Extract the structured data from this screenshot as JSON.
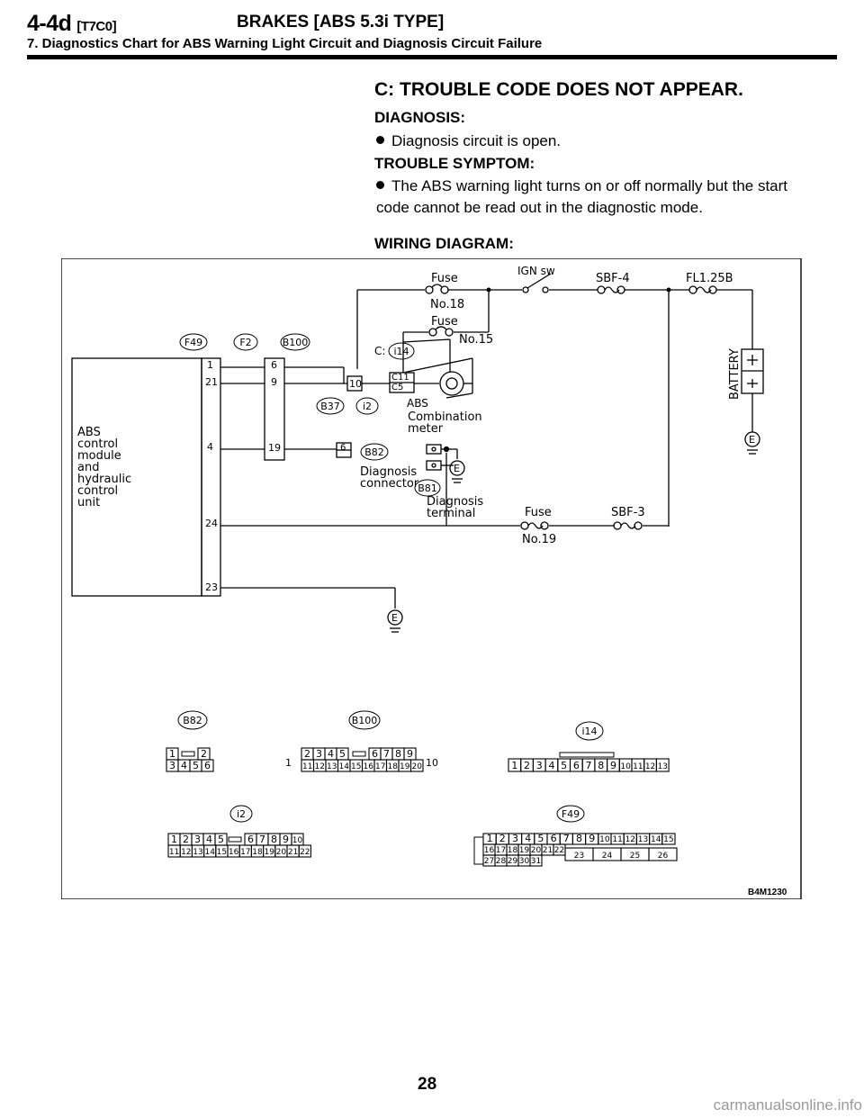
{
  "header": {
    "code": "4-4d",
    "code_suffix": "[T7C0]",
    "title": "BRAKES [ABS 5.3i TYPE]",
    "subtitle": "7. Diagnostics Chart for ABS Warning Light Circuit and Diagnosis Circuit Failure"
  },
  "section": {
    "title": "C: TROUBLE CODE DOES NOT APPEAR.",
    "diagnosis_heading": "DIAGNOSIS:",
    "diagnosis_text": "Diagnosis circuit is open.",
    "symptom_heading": "TROUBLE SYMPTOM:",
    "symptom_text": "The ABS warning light turns on or off normally but the start code cannot be read out in the diagnostic mode.",
    "wiring_heading": "WIRING DIAGRAM:"
  },
  "diagram": {
    "unit_label": [
      "ABS",
      "control",
      "module",
      "and",
      "hydraulic",
      "control",
      "unit"
    ],
    "connectors": {
      "f49": "F49",
      "f2": "F2",
      "b100": "B100",
      "b37": "B37",
      "i2": "i2",
      "i14": "i14",
      "b82": "B82",
      "b81": "B81"
    },
    "pins": {
      "p1": "1",
      "p21": "21",
      "p4": "4",
      "p24": "24",
      "p23": "23",
      "p6": "6",
      "p9": "9",
      "p19": "19",
      "p10": "10",
      "pc11": "C11",
      "pc5": "C5",
      "pb6": "6"
    },
    "c_prefix": "C:",
    "fuse18": [
      "Fuse",
      "No.18"
    ],
    "fuse15": [
      "Fuse",
      "No.15"
    ],
    "ign_sw": "IGN sw",
    "sbf4": "SBF-4",
    "fl125b": "FL1.25B",
    "battery": "BATTERY",
    "abs_lamp": "ABS",
    "comb_meter": [
      "Combination",
      "meter"
    ],
    "diag_conn": [
      "Diagnosis",
      "connector"
    ],
    "diag_term": [
      "Diagnosis",
      "terminal"
    ],
    "fuse19": [
      "Fuse",
      "No.19"
    ],
    "sbf3": "SBF-3",
    "ground": "E",
    "conn_b82": {
      "label": "B82",
      "top": [
        "1",
        "2"
      ],
      "bottom": [
        "3",
        "4",
        "5",
        "6"
      ]
    },
    "conn_b100": {
      "label": "B100",
      "left": "1",
      "top": [
        "2",
        "3",
        "4",
        "5",
        "6",
        "7",
        "8",
        "9"
      ],
      "bottom": [
        "11",
        "12",
        "13",
        "14",
        "15",
        "16",
        "17",
        "18",
        "19",
        "20"
      ],
      "right": "10"
    },
    "conn_i14": {
      "label": "i14",
      "row": [
        "1",
        "2",
        "3",
        "4",
        "5",
        "6",
        "7",
        "8",
        "9",
        "10",
        "11",
        "12",
        "13"
      ]
    },
    "conn_i2": {
      "label": "i2",
      "top": [
        "1",
        "2",
        "3",
        "4",
        "5",
        "6",
        "7",
        "8",
        "9",
        "10"
      ],
      "bottom": [
        "11",
        "12",
        "13",
        "14",
        "15",
        "16",
        "17",
        "18",
        "19",
        "20",
        "21",
        "22"
      ]
    },
    "conn_f49": {
      "label": "F49",
      "r1": [
        "1",
        "2",
        "3",
        "4",
        "5",
        "6",
        "7",
        "8",
        "9",
        "10",
        "11",
        "12",
        "13",
        "14",
        "15"
      ],
      "r2": [
        "16",
        "17",
        "18",
        "19",
        "20",
        "21",
        "22"
      ],
      "r2b": [
        "23",
        "24",
        "25",
        "26"
      ],
      "r3": [
        "27",
        "28",
        "29",
        "30",
        "31"
      ]
    }
  },
  "figure_code": "B4M1230",
  "page_number": "28",
  "watermark": "carmanualsonline.info"
}
